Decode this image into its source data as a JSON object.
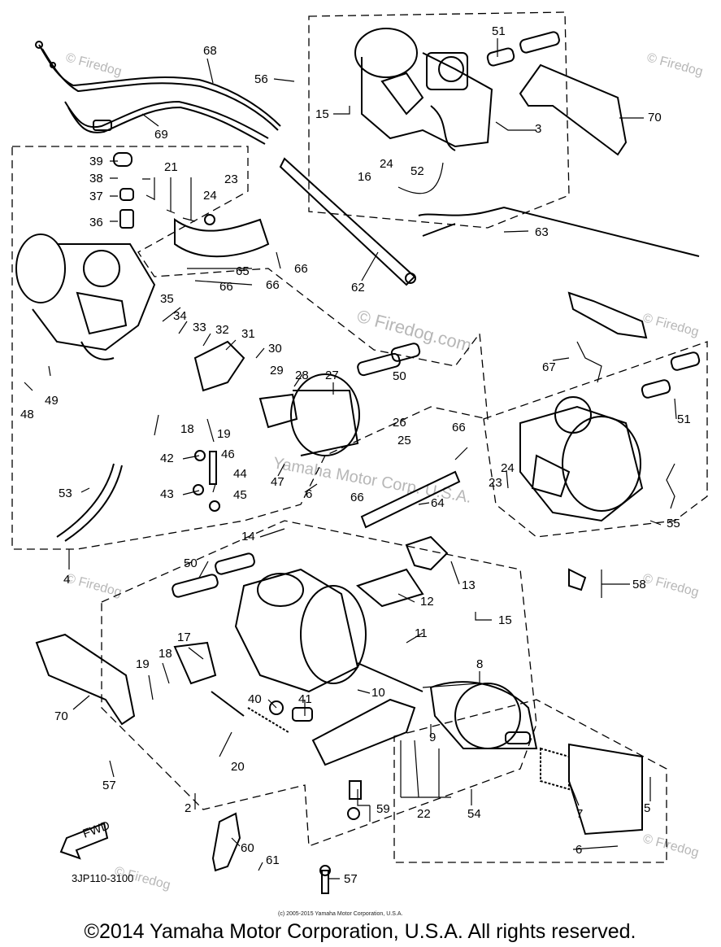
{
  "callouts": {
    "c68": "68",
    "c69": "69",
    "c56": "56",
    "c51a": "51",
    "c70a": "70",
    "c15a": "15",
    "c3": "3",
    "c24a": "24",
    "c16": "16",
    "c52": "52",
    "c39": "39",
    "c38": "38",
    "c37": "37",
    "c36": "36",
    "c21": "21",
    "c23a": "23",
    "c24b": "24",
    "c65": "65",
    "c66a": "66",
    "c66b": "66",
    "c66c": "66",
    "c62": "62",
    "c63": "63",
    "c35": "35",
    "c34": "34",
    "c33": "33",
    "c32": "32",
    "c31": "31",
    "c30": "30",
    "c29": "29",
    "c28": "28",
    "c27": "27",
    "c50a": "50",
    "c67": "67",
    "c51b": "51",
    "c48": "48",
    "c49": "49",
    "c18a": "18",
    "c19a": "19",
    "c26": "26",
    "c25": "25",
    "c42": "42",
    "c46": "46",
    "c44": "44",
    "c47": "47",
    "c6a": "6",
    "c66d": "66",
    "c24c": "24",
    "c23b": "23",
    "c53": "53",
    "c43": "43",
    "c45": "45",
    "c64": "64",
    "c66e": "66",
    "c55": "55",
    "c4": "4",
    "c14": "14",
    "c50b": "50",
    "c13": "13",
    "c58": "58",
    "c12": "12",
    "c15b": "15",
    "c17": "17",
    "c11": "11",
    "c8": "8",
    "c19b": "19",
    "c18b": "18",
    "c70b": "70",
    "c40": "40",
    "c41": "41",
    "c10": "10",
    "c9": "9",
    "c57a": "57",
    "c20": "20",
    "c2": "2",
    "c22": "22",
    "c54": "54",
    "c7": "7",
    "c5": "5",
    "c59": "59",
    "c60": "60",
    "c61": "61",
    "c6b": "6",
    "c57b": "57"
  },
  "watermarks": {
    "main": "© Firedog.com",
    "faint": "Yamaha Motor Corp. U.S.A.",
    "corner": "© Firedog"
  },
  "fwd_label": "FWD",
  "part_code": "3JP110-3100",
  "small_copyright": "(c) 2005-2015 Yamaha Motor Corporation, U.S.A.",
  "copyright": "©2014 Yamaha Motor Corporation, U.S.A. All rights reserved."
}
